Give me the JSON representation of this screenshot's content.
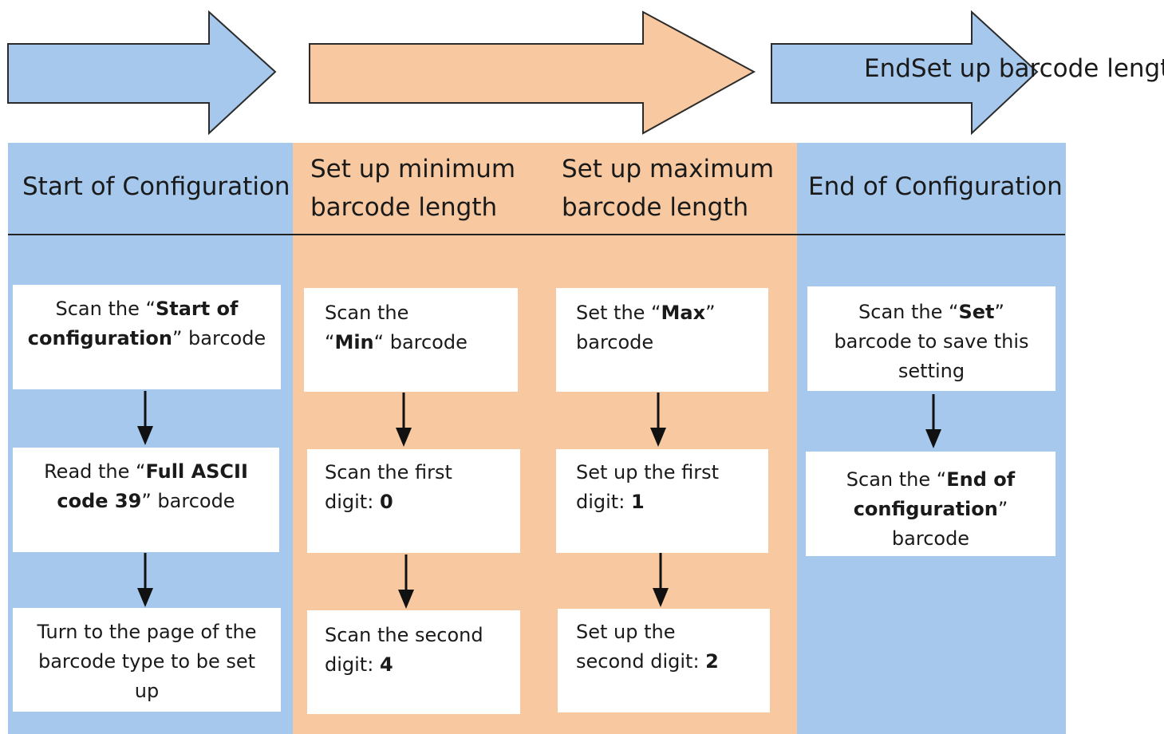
{
  "banner": {
    "text": "EndSet up barcode lengt"
  },
  "columns": {
    "start": {
      "title": "Start of Configuration",
      "steps": [
        {
          "lines": [
            [
              {
                "t": "Scan the “",
                "b": false
              },
              {
                "t": "Start of",
                "b": true
              }
            ],
            [
              {
                "t": "configuration",
                "b": true
              },
              {
                "t": "” barcode",
                "b": false
              }
            ]
          ]
        },
        {
          "lines": [
            [
              {
                "t": "Read the “",
                "b": false
              },
              {
                "t": "Full ASCII",
                "b": true
              }
            ],
            [
              {
                "t": "code 39",
                "b": true
              },
              {
                "t": "” barcode",
                "b": false
              }
            ]
          ]
        },
        {
          "lines": [
            [
              {
                "t": "Turn to the page of the",
                "b": false
              }
            ],
            [
              {
                "t": "barcode type to be set",
                "b": false
              }
            ],
            [
              {
                "t": "up",
                "b": false
              }
            ]
          ]
        }
      ]
    },
    "min": {
      "title_line1": "Set up minimum",
      "title_line2": "barcode length",
      "steps": [
        {
          "lines": [
            [
              {
                "t": "Scan the",
                "b": false
              }
            ],
            [
              {
                "t": "“",
                "b": false
              },
              {
                "t": "Min",
                "b": true
              },
              {
                "t": "“ barcode",
                "b": false
              }
            ]
          ]
        },
        {
          "lines": [
            [
              {
                "t": "Scan the first",
                "b": false
              }
            ],
            [
              {
                "t": "digit: ",
                "b": false
              },
              {
                "t": "0",
                "b": true
              }
            ]
          ]
        },
        {
          "lines": [
            [
              {
                "t": "Scan the second",
                "b": false
              }
            ],
            [
              {
                "t": "digit: ",
                "b": false
              },
              {
                "t": "4",
                "b": true
              }
            ]
          ]
        }
      ]
    },
    "max": {
      "title_line1": "Set up maximum",
      "title_line2": "barcode length",
      "steps": [
        {
          "lines": [
            [
              {
                "t": "Set the “",
                "b": false
              },
              {
                "t": "Max",
                "b": true
              },
              {
                "t": "”",
                "b": false
              }
            ],
            [
              {
                "t": "barcode",
                "b": false
              }
            ]
          ]
        },
        {
          "lines": [
            [
              {
                "t": "Set up the first",
                "b": false
              }
            ],
            [
              {
                "t": "digit: ",
                "b": false
              },
              {
                "t": "1",
                "b": true
              }
            ]
          ]
        },
        {
          "lines": [
            [
              {
                "t": "Set up the",
                "b": false
              }
            ],
            [
              {
                "t": "second digit: ",
                "b": false
              },
              {
                "t": "2",
                "b": true
              }
            ]
          ]
        }
      ]
    },
    "end": {
      "title": "End of Configuration",
      "steps": [
        {
          "lines": [
            [
              {
                "t": "Scan the “",
                "b": false
              },
              {
                "t": "Set",
                "b": true
              },
              {
                "t": "”",
                "b": false
              }
            ],
            [
              {
                "t": "barcode to save this",
                "b": false
              }
            ],
            [
              {
                "t": "setting",
                "b": false
              }
            ]
          ]
        },
        {
          "lines": [
            [
              {
                "t": "Scan the “",
                "b": false
              },
              {
                "t": "End of",
                "b": true
              }
            ],
            [
              {
                "t": "configuration",
                "b": true
              },
              {
                "t": "”",
                "b": false
              }
            ],
            [
              {
                "t": "barcode",
                "b": false
              }
            ]
          ]
        }
      ]
    }
  },
  "colors": {
    "blue": "#a5c8ec",
    "orange": "#f8c9a0",
    "stroke": "#2b2b2b",
    "box": "#ffffff"
  }
}
